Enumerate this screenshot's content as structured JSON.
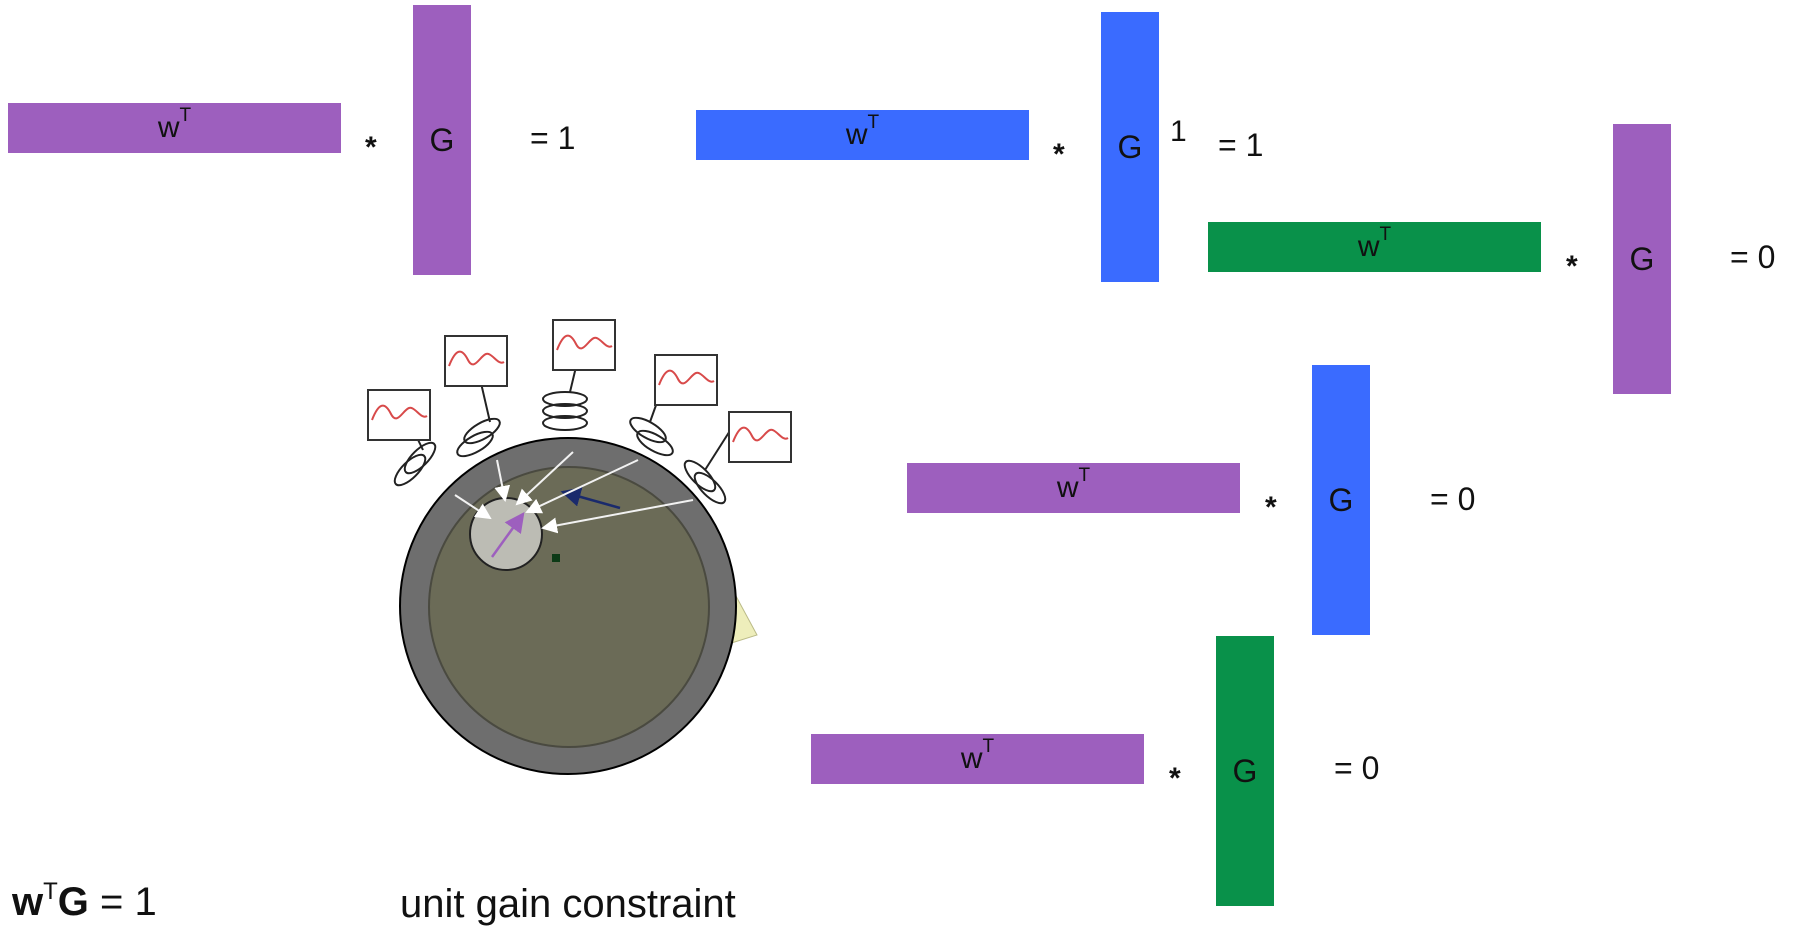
{
  "colors": {
    "purple": "#9d5fbe",
    "blue": "#3a6bff",
    "green": "#09914a"
  },
  "w_label": "w",
  "transpose": "T",
  "g_label": "G",
  "op": "*",
  "equations": [
    {
      "result": "= 1"
    },
    {
      "result": "= 1",
      "g_superscript": "1"
    },
    {
      "result": "= 0"
    },
    {
      "result": "= 0"
    },
    {
      "result": "= 0"
    }
  ],
  "footer": {
    "w": "w",
    "t": "T",
    "g": "G",
    "eq": "= 1",
    "label": "unit gain constraint"
  }
}
